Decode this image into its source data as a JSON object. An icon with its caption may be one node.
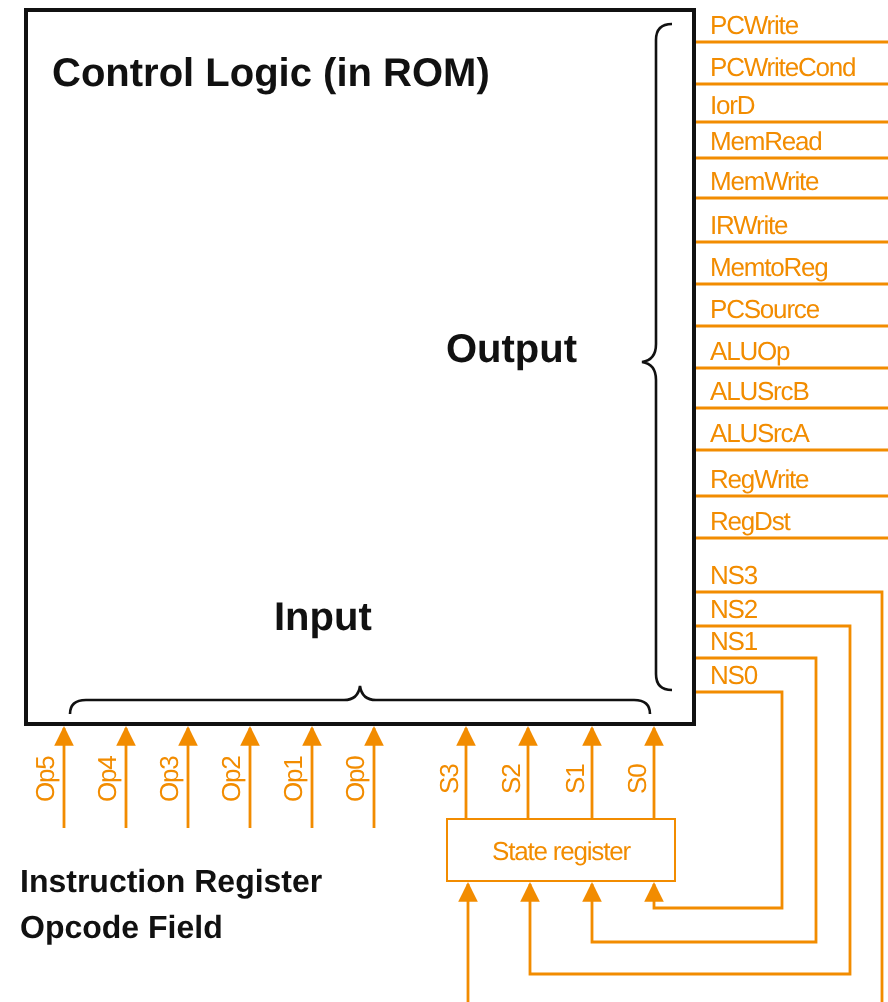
{
  "diagram": {
    "nodes": [
      {
        "text": [
          "Control Logic (in ROM)",
          "Output",
          "Input"
        ]
      },
      {
        "text": [
          "State register"
        ]
      }
    ],
    "edges": [
      {
        "from": 0,
        "to": null,
        "arrow": "none",
        "label": "PCWrite"
      },
      {
        "from": 0,
        "to": null,
        "arrow": "none",
        "label": "PCWriteCond"
      },
      {
        "from": 0,
        "to": null,
        "arrow": "none",
        "label": "IorD"
      },
      {
        "from": 0,
        "to": null,
        "arrow": "none",
        "label": "MemRead"
      },
      {
        "from": 0,
        "to": null,
        "arrow": "none",
        "label": "MemWrite"
      },
      {
        "from": 0,
        "to": null,
        "arrow": "none",
        "label": "IRWrite"
      },
      {
        "from": 0,
        "to": null,
        "arrow": "none",
        "label": "MemtoReg"
      },
      {
        "from": 0,
        "to": null,
        "arrow": "none",
        "label": "PCSource"
      },
      {
        "from": 0,
        "to": null,
        "arrow": "none",
        "label": "ALUOp"
      },
      {
        "from": 0,
        "to": null,
        "arrow": "none",
        "label": "ALUSrcB"
      },
      {
        "from": 0,
        "to": null,
        "arrow": "none",
        "label": "ALUSrcA"
      },
      {
        "from": 0,
        "to": null,
        "arrow": "none",
        "label": "RegWrite"
      },
      {
        "from": 0,
        "to": null,
        "arrow": "none",
        "label": "RegDst"
      },
      {
        "from": 0,
        "to": null,
        "arrow": "none",
        "label": "NS3"
      },
      {
        "from": 0,
        "to": 1,
        "arrow": "to",
        "label": "NS2"
      },
      {
        "from": 0,
        "to": 1,
        "arrow": "to",
        "label": "NS1"
      },
      {
        "from": 0,
        "to": 1,
        "arrow": "to",
        "label": "NS0"
      },
      {
        "from": null,
        "to": 1,
        "arrow": "to"
      },
      {
        "from": 1,
        "to": 0,
        "arrow": "to",
        "label": "S3"
      },
      {
        "from": 1,
        "to": 0,
        "arrow": "to",
        "label": "S2"
      },
      {
        "from": 1,
        "to": 0,
        "arrow": "to",
        "label": "S1"
      },
      {
        "from": 1,
        "to": 0,
        "arrow": "to",
        "label": "S0"
      },
      {
        "from": null,
        "to": 0,
        "arrow": "to",
        "label": "Op5"
      },
      {
        "from": null,
        "to": 0,
        "arrow": "to",
        "label": "Op4"
      },
      {
        "from": null,
        "to": 0,
        "arrow": "to",
        "label": "Op3"
      },
      {
        "from": null,
        "to": 0,
        "arrow": "to",
        "label": "Op2"
      },
      {
        "from": null,
        "to": 0,
        "arrow": "to",
        "label": "Op1"
      },
      {
        "from": null,
        "to": 0,
        "arrow": "to",
        "label": "Op0"
      }
    ],
    "labels": [
      "Instruction Register Opcode Field"
    ]
  }
}
